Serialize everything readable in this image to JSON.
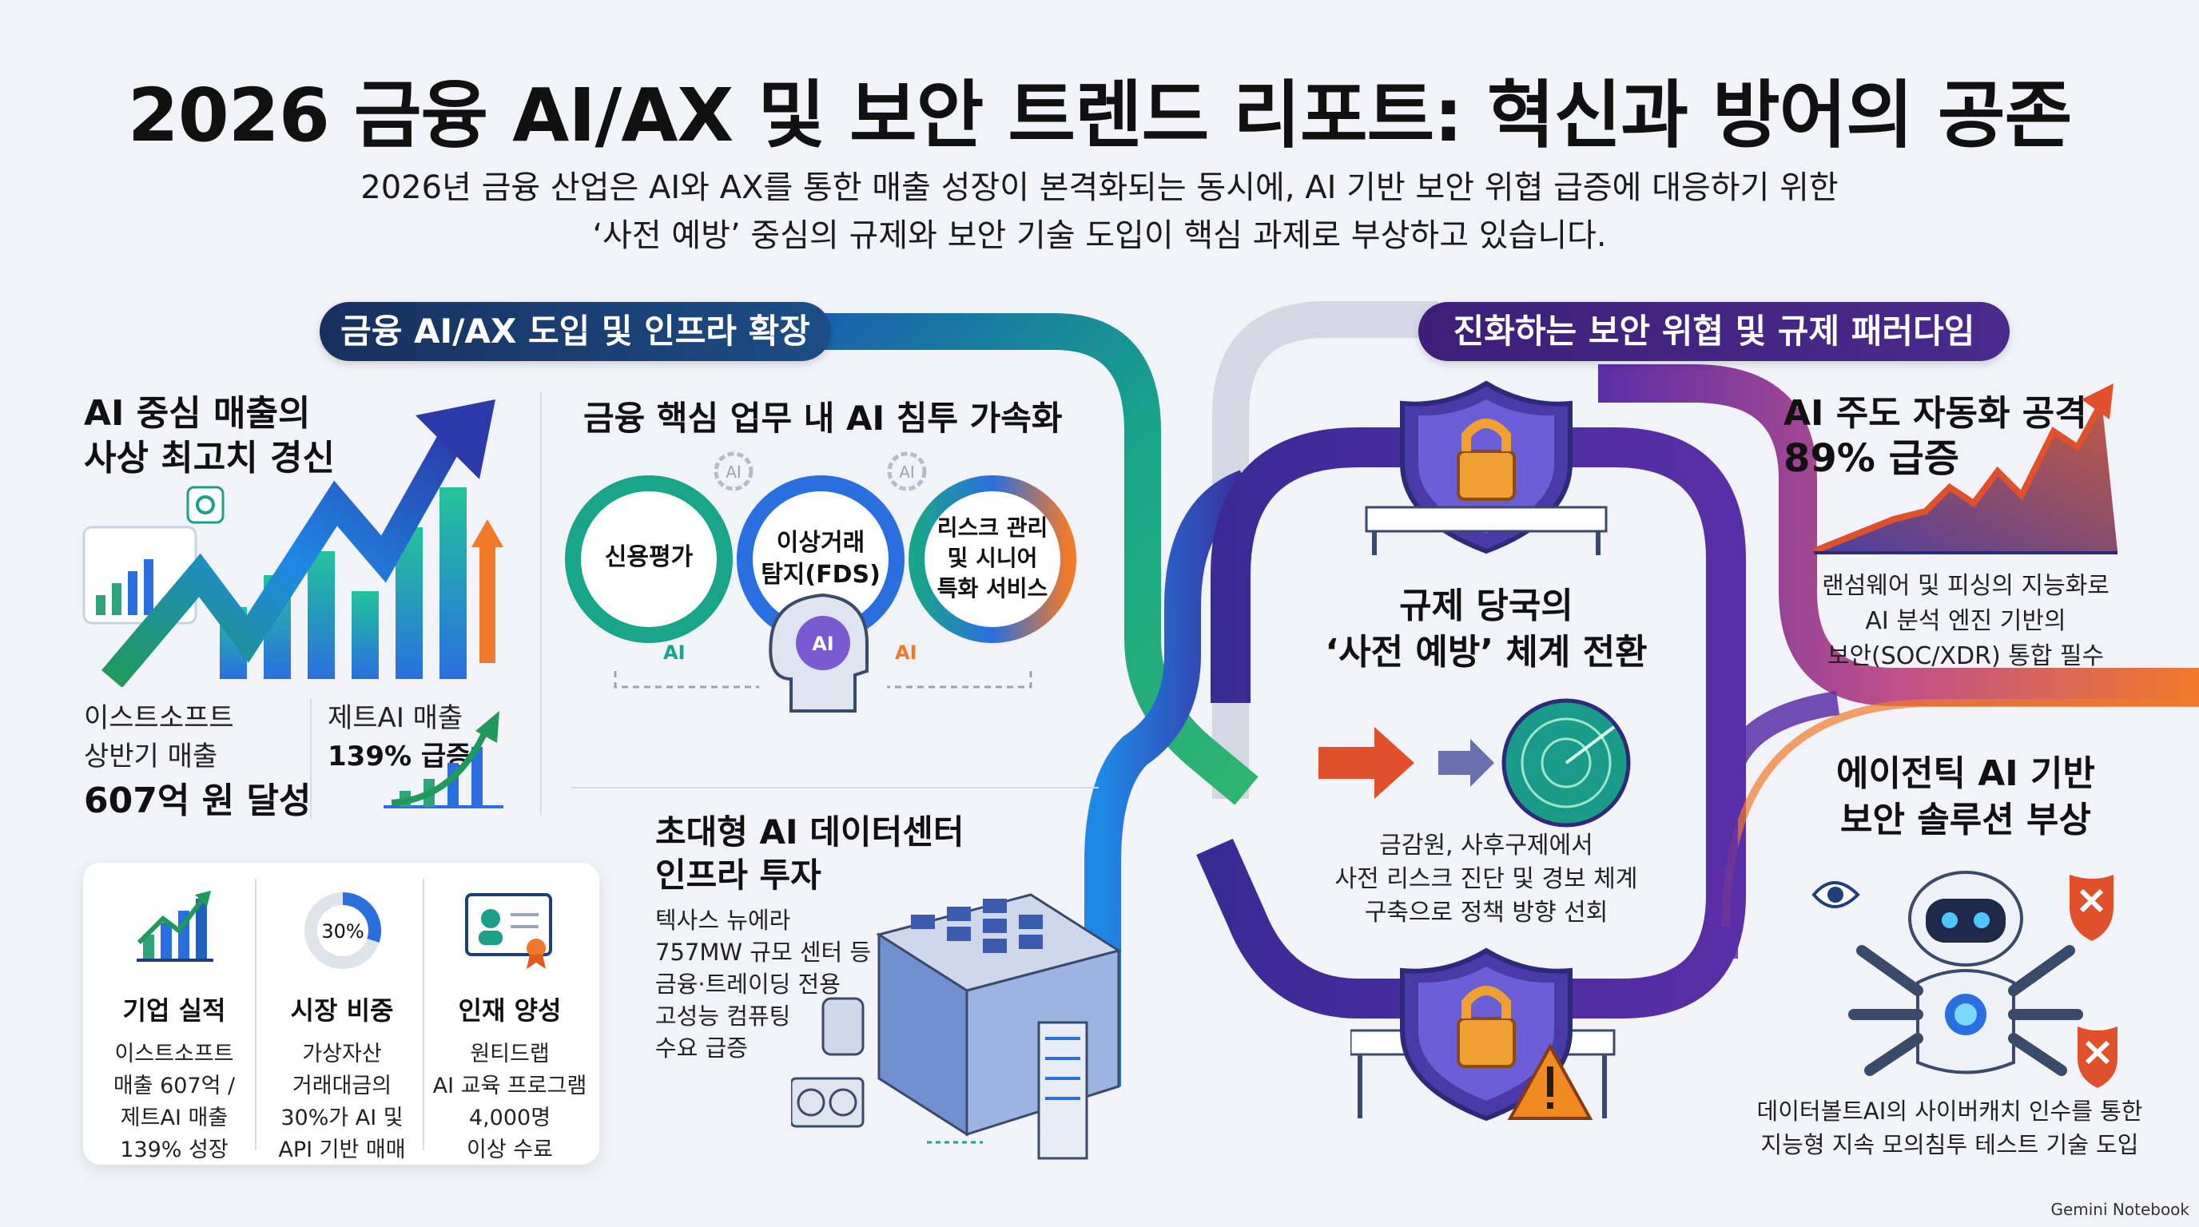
{
  "title": "2026 금융 AI/AX 및 보안 트렌드 리포트: 혁신과 방어의 공존",
  "subtitle_lines": [
    "2026년 금융 산업은 AI와 AX를 통한 매출 성장이 본격화되는 동시에, AI 기반 보안 위협 급증에 대응하기 위한",
    "‘사전 예방’ 중심의 규제와 보안 기술 도입이 핵심 과제로 부상하고 있습니다."
  ],
  "left_section": {
    "pill": "금융 AI/AX 도입 및 인프라 확장",
    "revenue_heading": [
      "AI 중심 매출의",
      "사상 최고치 경신"
    ],
    "estsoft": [
      "이스트소프트",
      "상반기 매출",
      "607억 원 달성"
    ],
    "zeta": [
      "제트AI 매출",
      "139% 급증"
    ],
    "card": {
      "items": [
        {
          "label": "기업 실적",
          "text": [
            "이스트소프트",
            "매출 607억 /",
            "제트AI 매출",
            "139% 성장"
          ],
          "icon": "bar-growth-icon"
        },
        {
          "label": "시장 비중",
          "text": [
            "가상자산",
            "거래대금의",
            "30%가 AI 및",
            "API 기반 매매"
          ],
          "icon": "donut-30-icon",
          "donut_value": "30%",
          "donut_fraction": 0.3
        },
        {
          "label": "인재 양성",
          "text": [
            "원티드랩",
            "AI 교육 프로그램",
            "4,000명",
            "이상 수료"
          ],
          "icon": "certificate-icon"
        }
      ]
    }
  },
  "core_ai": {
    "heading": "금융 핵심 업무 내 AI 침투 가속화",
    "loops": [
      "신용평가",
      "이상거래\n탐지(FDS)",
      "리스크 관리\n및 시니어\n특화 서비스"
    ],
    "ai_badges": [
      "AI",
      "AI",
      "AI",
      "AI",
      "AI"
    ]
  },
  "datacenter": {
    "heading": [
      "초대형 AI 데이터센터",
      "인프라 투자"
    ],
    "text": [
      "텍사스 뉴에라",
      "757MW 규모 센터 등",
      "금융·트레이딩 전용",
      "고성능 컴퓨팅",
      "수요 급증"
    ]
  },
  "right_section": {
    "pill": "진화하는 보안 위협 및 규제 패러다임",
    "regulator": {
      "heading": [
        "규제 당국의",
        "‘사전 예방’ 체계 전환"
      ],
      "text": [
        "금감원, 사후구제에서",
        "사전 리스크 진단 및 경보 체계",
        "구축으로 정책 방향 선회"
      ]
    },
    "attack": {
      "heading": [
        "AI 주도 자동화 공격",
        "89% 급증"
      ],
      "text": [
        "랜섬웨어 및 피싱의 지능화로",
        "AI 분석 엔진 기반의",
        "보안(SOC/XDR) 통합 필수"
      ]
    },
    "agentic": {
      "heading": [
        "에이전틱 AI 기반",
        "보안 솔루션 부상"
      ],
      "text": [
        "데이터볼트AI의 사이버캐치 인수를 통한",
        "지능형 지속 모의침투 테스트 기술 도입"
      ]
    }
  },
  "watermark": "Gemini Notebook",
  "colors": {
    "navy": "#17305e",
    "purple": "#3d1f7a",
    "teal": "#18a58a",
    "blue": "#2a6fe0",
    "orange": "#f07a2a",
    "violet": "#5a2ea6"
  }
}
